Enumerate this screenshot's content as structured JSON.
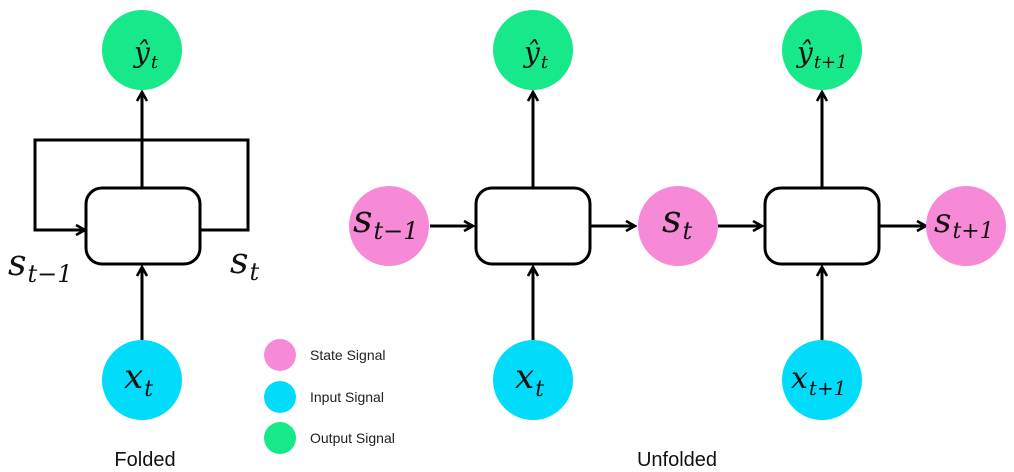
{
  "colors": {
    "state": "#f78ad6",
    "input": "#00dcfa",
    "output": "#17e889",
    "stroke": "#000000"
  },
  "folded": {
    "caption": "Folded",
    "output": {
      "base": "ŷ",
      "sub": "t"
    },
    "input": {
      "base": "x",
      "sub": "t"
    },
    "state_in": {
      "base": "s",
      "sub": "t−1"
    },
    "state_out": {
      "base": "s",
      "sub": "t"
    }
  },
  "unfolded": {
    "caption": "Unfolded",
    "state_prev": {
      "base": "s",
      "sub": "t−1"
    },
    "state_mid": {
      "base": "s",
      "sub": "t"
    },
    "state_next": {
      "base": "s",
      "sub": "t+1"
    },
    "output_t": {
      "base": "ŷ",
      "sub": "t"
    },
    "output_t1": {
      "base": "ŷ",
      "sub": "t+1"
    },
    "input_t": {
      "base": "x",
      "sub": "t"
    },
    "input_t1": {
      "base": "x",
      "sub": "t+1"
    }
  },
  "legend": [
    {
      "label": "State Signal",
      "kind": "state"
    },
    {
      "label": "Input Signal",
      "kind": "input"
    },
    {
      "label": "Output Signal",
      "kind": "output"
    }
  ]
}
